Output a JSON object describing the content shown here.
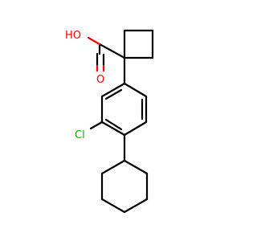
{
  "molecule": {
    "atom_labels": {
      "hydroxyl": "HO",
      "carbonyl_oxygen": "O",
      "chlorine": "Cl"
    },
    "colors": {
      "oxygen": "#ff0000",
      "chlorine": "#00b000",
      "bond": "#000000",
      "background": "#ffffff"
    }
  }
}
